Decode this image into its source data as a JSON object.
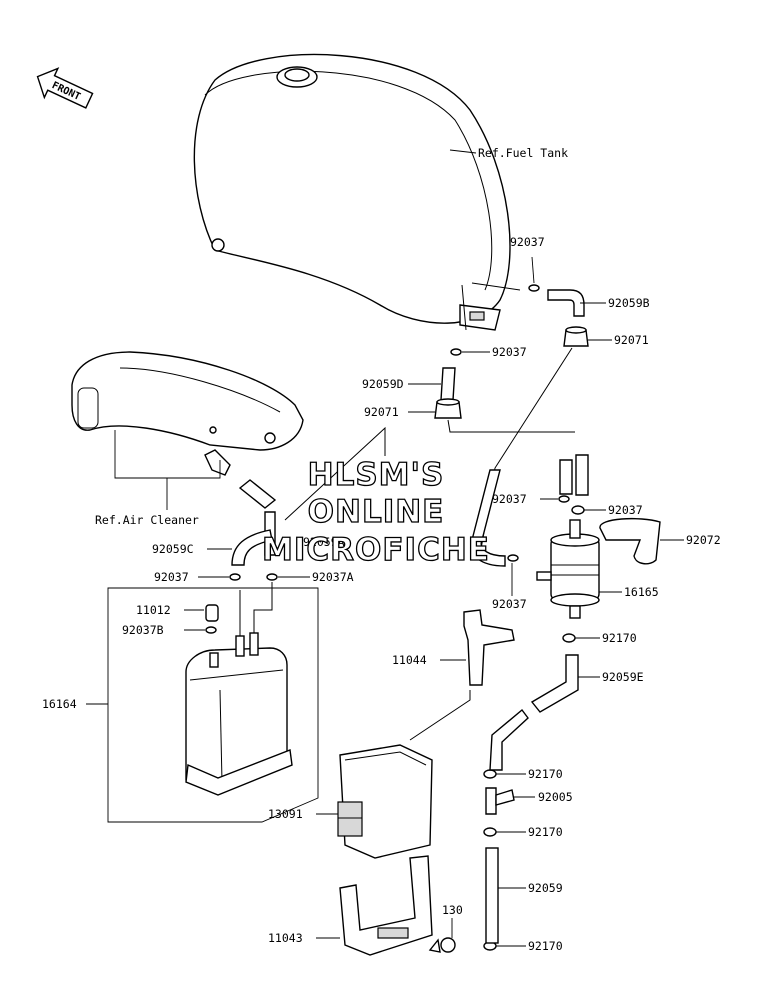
{
  "watermark": {
    "line1": "HLSM'S",
    "line2": "ONLINE",
    "line3": "MICROFICHE"
  },
  "front_arrow": {
    "label": "FRONT"
  },
  "references": {
    "fuel_tank": "Ref.Fuel Tank",
    "air_cleaner": "Ref.Air Cleaner"
  },
  "labels": {
    "p92037_top": "92037",
    "p92059B": "92059B",
    "p92037_mid": "92037",
    "p92071_right": "92071",
    "p92059D": "92059D",
    "p92071_left": "92071",
    "p92037_filter_l": "92037",
    "p92037_filter_r": "92037",
    "p92072": "92072",
    "p92059A": "92059A",
    "p92059C": "92059C",
    "p92037_left": "92037",
    "p92037A": "92037A",
    "p92037_bottom": "92037",
    "p16165": "16165",
    "p11012": "11012",
    "p92037B": "92037B",
    "p92170_a": "92170",
    "p11044": "11044",
    "p92059E": "92059E",
    "p16164": "16164",
    "p92170_b": "92170",
    "p92005": "92005",
    "p92170_c": "92170",
    "p13091": "13091",
    "p92059": "92059",
    "p130": "130",
    "p11043": "11043",
    "p92170_d": "92170"
  }
}
